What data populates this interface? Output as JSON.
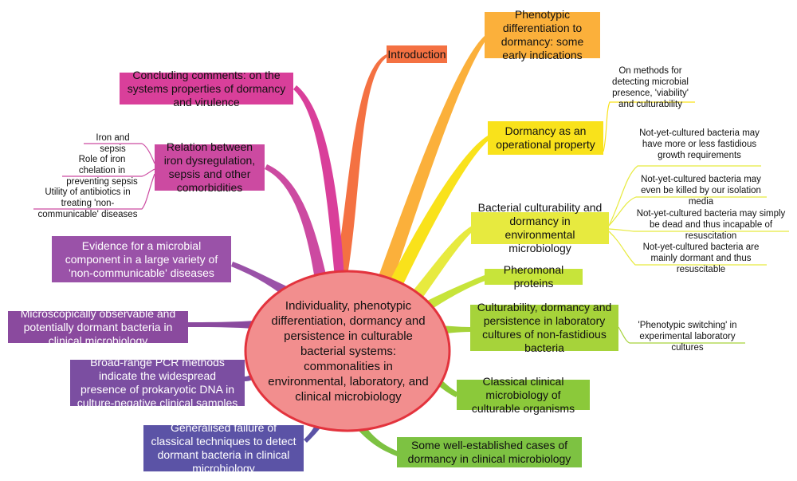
{
  "center": "Individuality, phenotypic differentiation, dormancy and persistence in culturable bacterial systems: commonalities in environmental, laboratory, and clinical microbiology",
  "branches": {
    "introduction": "Introduction",
    "phenotypic_differentiation": "Phenotypic differentiation to dormancy: some early indications",
    "dormancy_operational": "Dormancy as an operational property",
    "bacterial_culturability": "Bacterial culturability and dormancy in environmental microbiology",
    "pheromonal_proteins": "Pheromonal proteins",
    "culturability_lab": "Culturability, dormancy and persistence in laboratory cultures of non-fastidious bacteria",
    "classical_clinical": "Classical clinical microbiology of culturable organisms",
    "established_cases": "Some well-established cases of dormancy in clinical microbiology",
    "generalised_failure": "Generalised failure of classical techniques to detect dormant bacteria in clinical microbiology",
    "broad_range_pcr": "Broad-range PCR methods indicate the widespread presence of prokaryotic DNA in culture-negative clinical samples",
    "microscopically_observable": "Microscopically observable and potentially dormant bacteria in clinical microbiology",
    "evidence_microbial": "Evidence for a microbial component in a large variety of 'non-communicable' diseases",
    "relation_iron": "Relation between iron dysregulation, sepsis and other comorbidities",
    "concluding": "Concluding comments: on the systems properties of dormancy and virulence"
  },
  "leaves": {
    "methods_detecting": "On methods for detecting microbial presence, 'viability' and culturability",
    "nyc_fastidious": "Not-yet-cultured bacteria may have more or less fastidious growth requirements",
    "nyc_killed": "Not-yet-cultured bacteria may even be killed by our isolation media",
    "nyc_dead": "Not-yet-cultured bacteria may simply be dead and thus incapable of resuscitation",
    "nyc_dormant": "Not-yet-cultured bacteria are mainly dormant and thus resuscitable",
    "phenotypic_switching": "'Phenotypic switching' in experimental laboratory cultures",
    "iron_sepsis": "Iron and sepsis",
    "iron_chelation": "Role of iron chelation in preventing sepsis",
    "antibiotics": "Utility of antibiotics in treating 'non-communicable' diseases"
  },
  "colors": {
    "center_fill": "#f28e8e",
    "center_stroke": "#e3333d",
    "introduction": "#f47142",
    "phenotypic_differentiation": "#fbb03b",
    "dormancy_operational": "#f9e21b",
    "bacterial_culturability": "#e7ea3f",
    "pheromonal_proteins": "#c7e43a",
    "culturability_lab": "#a6d33a",
    "classical_clinical": "#8bc93a",
    "established_cases": "#7dc242",
    "generalised_failure": "#5b53a6",
    "broad_range_pcr": "#7b4ea1",
    "microscopically_observable": "#8a4a9e",
    "evidence_microbial": "#9a52a8",
    "relation_iron": "#cc4aa1",
    "concluding": "#d93f9a"
  }
}
